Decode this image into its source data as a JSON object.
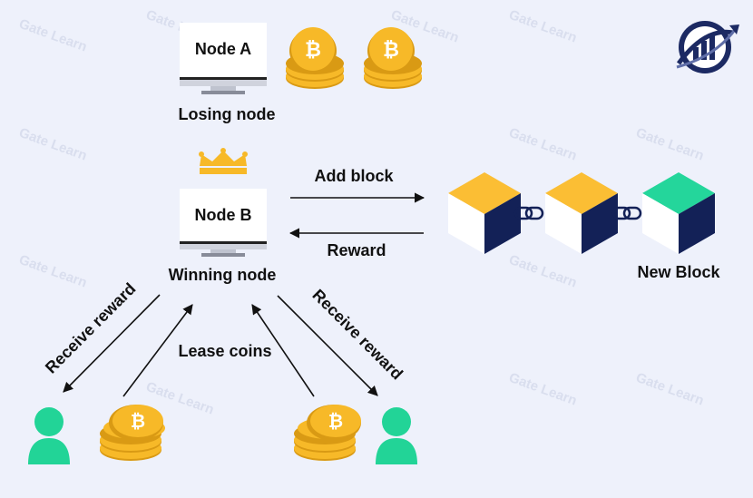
{
  "watermark": "Gate Learn",
  "nodes": {
    "node_a": {
      "name": "Node A",
      "caption": "Losing node"
    },
    "node_b": {
      "name": "Node B",
      "caption": "Winning node"
    }
  },
  "arrows": {
    "add_block": "Add block",
    "reward": "Reward",
    "receive_reward_left": "Receive reward",
    "receive_reward_right": "Receive reward",
    "lease_coins": "Lease coins"
  },
  "chain": {
    "new_block_label": "New Block"
  },
  "coin_symbol": "₿",
  "colors": {
    "coin": "#f7b928",
    "coin_edge": "#d99a14",
    "block_top": "#fbbe34",
    "new_block_top": "#24d69b",
    "block_side": "#132157",
    "user": "#22d497"
  }
}
